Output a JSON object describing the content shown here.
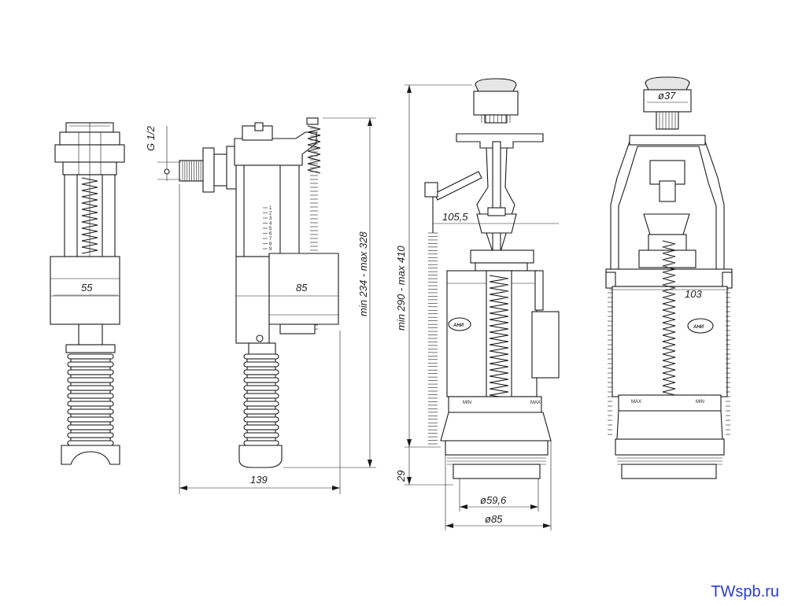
{
  "dimensions": {
    "fill_valve_front_width": "55",
    "thread_size": "G 1/2",
    "float_width": "85",
    "fill_valve_height": "min 234 - max 328",
    "fill_valve_total_width": "139",
    "flush_valve_height": "min 290 - max 410",
    "overflow_offset": "105,5",
    "base_height": "29",
    "thread_diameter": "ø59,6",
    "base_diameter": "ø85",
    "button_diameter": "ø37",
    "body_width": "103"
  },
  "scale_numbers": [
    "1",
    "2",
    "3",
    "4",
    "5",
    "6",
    "7",
    "8",
    "9"
  ],
  "markings": {
    "min": "MIN",
    "max": "MAX"
  },
  "logo_text": "АНИ",
  "watermark": "TWspb.ru",
  "colors": {
    "line": "#1a1a1a",
    "watermark": "#2a3bd6"
  }
}
